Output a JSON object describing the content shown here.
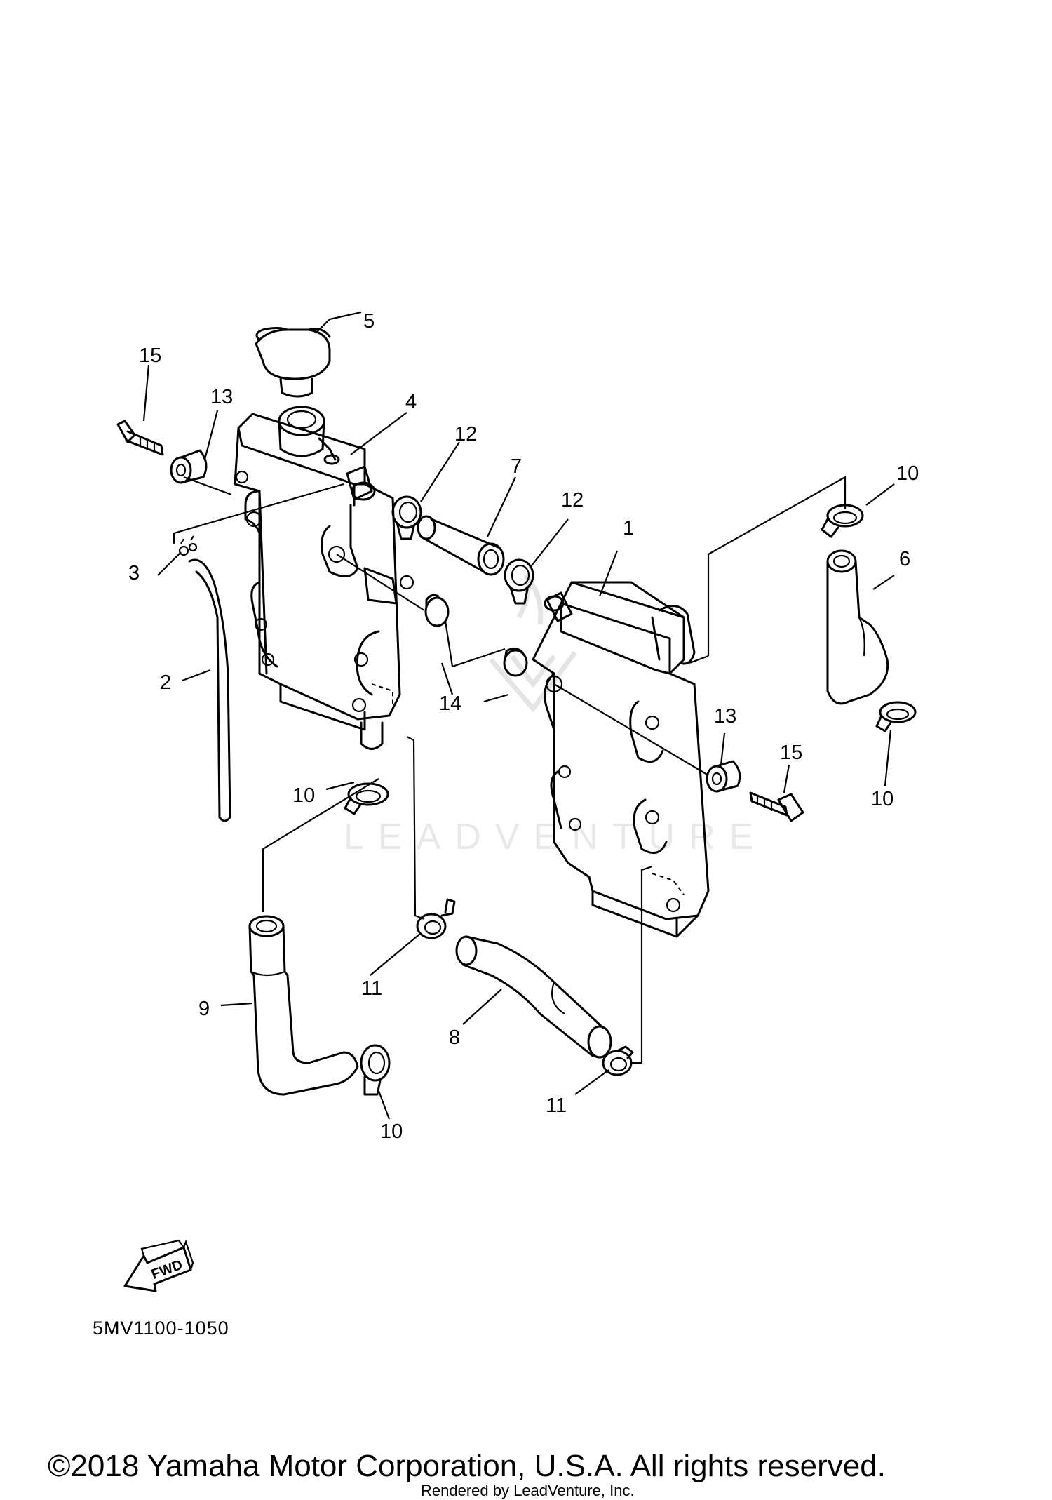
{
  "diagram": {
    "callouts": [
      "1",
      "2",
      "3",
      "4",
      "5",
      "6",
      "7",
      "8",
      "9",
      "10",
      "10",
      "10",
      "10",
      "11",
      "11",
      "12",
      "12",
      "13",
      "13",
      "14",
      "15",
      "15"
    ],
    "fwd_label": "FWD",
    "watermark": "LEADVENTURE"
  },
  "footer": {
    "drawing_code": "5MV1100-1050",
    "copyright": "©2018 Yamaha Motor Corporation, U.S.A. All rights reserved.",
    "rendered_by": "Rendered by LeadVenture, Inc."
  }
}
